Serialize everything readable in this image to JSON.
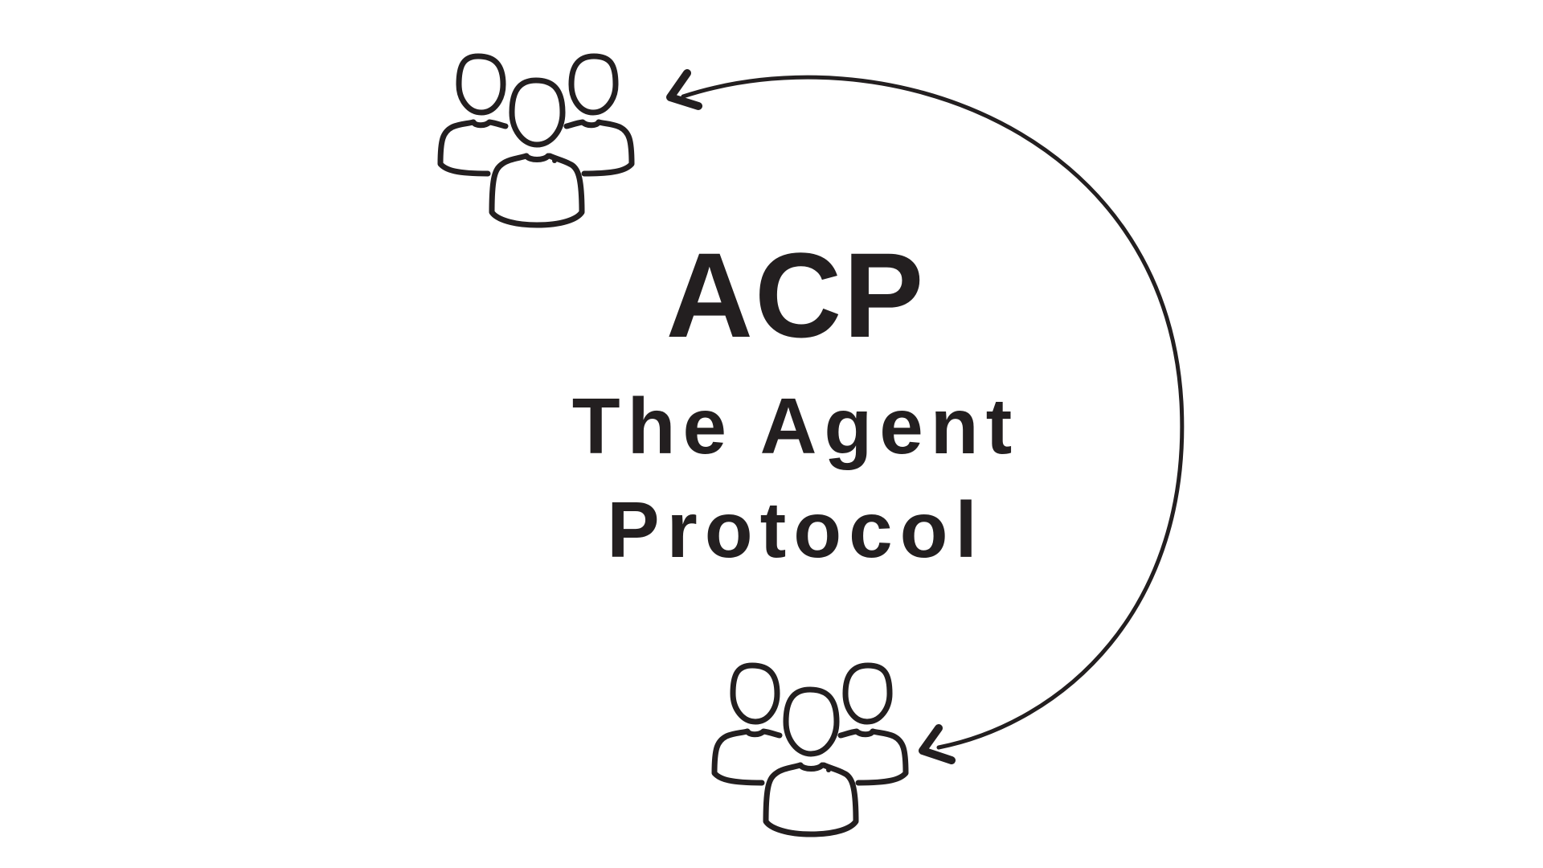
{
  "diagram": {
    "title": "ACP",
    "subtitle_line_1": "The Agent",
    "subtitle_line_2": "Protocol",
    "nodes": [
      {
        "id": "agent-group-top",
        "icon": "group-of-people-icon"
      },
      {
        "id": "agent-group-bottom",
        "icon": "group-of-people-icon"
      }
    ],
    "connector": {
      "icon": "curved-double-arrow",
      "direction": "bidirectional"
    },
    "colors": {
      "ink": "#231f20",
      "background": "#ffffff"
    }
  }
}
